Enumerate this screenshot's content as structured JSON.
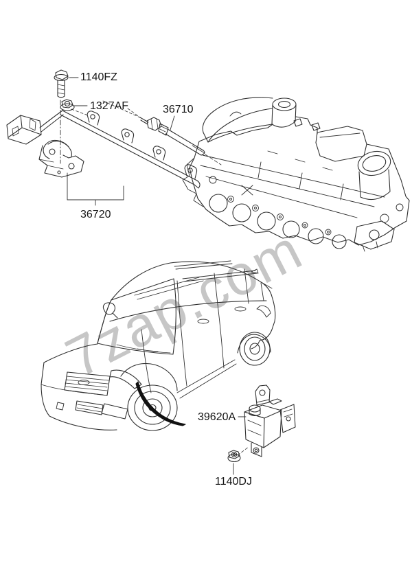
{
  "watermark": {
    "text": "7zap.com",
    "color": "#c6c6c6"
  },
  "diagram": {
    "background": "#ffffff",
    "line_color": "#2f2f2f",
    "illustrations": [
      "flange-bolt-icon",
      "flange-nut-icon",
      "glow-plug-icon",
      "wiring-harness-icon",
      "engine-assembly-drawing",
      "vehicle-drawing",
      "location-arrow-icon",
      "glow-relay-module-icon",
      "flange-nut-icon"
    ],
    "parts": [
      {
        "code": "1140FZ"
      },
      {
        "code": "1327AF"
      },
      {
        "code": "36710"
      },
      {
        "code": "36720"
      },
      {
        "code": "39620A"
      },
      {
        "code": "1140DJ"
      }
    ]
  }
}
